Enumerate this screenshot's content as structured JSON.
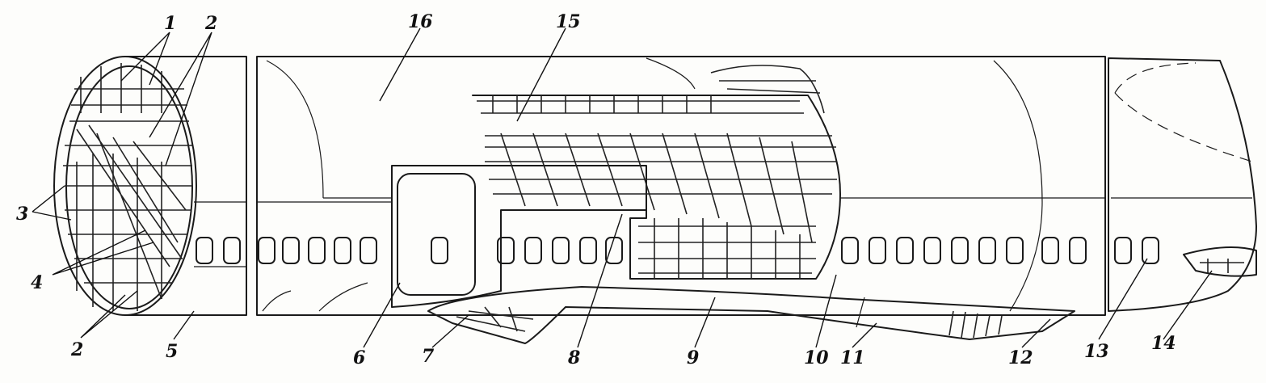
{
  "diagram": {
    "labels": [
      {
        "id": "1",
        "text": "1"
      },
      {
        "id": "2a",
        "text": "2"
      },
      {
        "id": "3",
        "text": "3"
      },
      {
        "id": "4",
        "text": "4"
      },
      {
        "id": "2b",
        "text": "2"
      },
      {
        "id": "5",
        "text": "5"
      },
      {
        "id": "6",
        "text": "6"
      },
      {
        "id": "7",
        "text": "7"
      },
      {
        "id": "8",
        "text": "8"
      },
      {
        "id": "9",
        "text": "9"
      },
      {
        "id": "10",
        "text": "10"
      },
      {
        "id": "11",
        "text": "11"
      },
      {
        "id": "12",
        "text": "12"
      },
      {
        "id": "13",
        "text": "13"
      },
      {
        "id": "14",
        "text": "14"
      },
      {
        "id": "15",
        "text": "15"
      },
      {
        "id": "16",
        "text": "16"
      }
    ]
  }
}
